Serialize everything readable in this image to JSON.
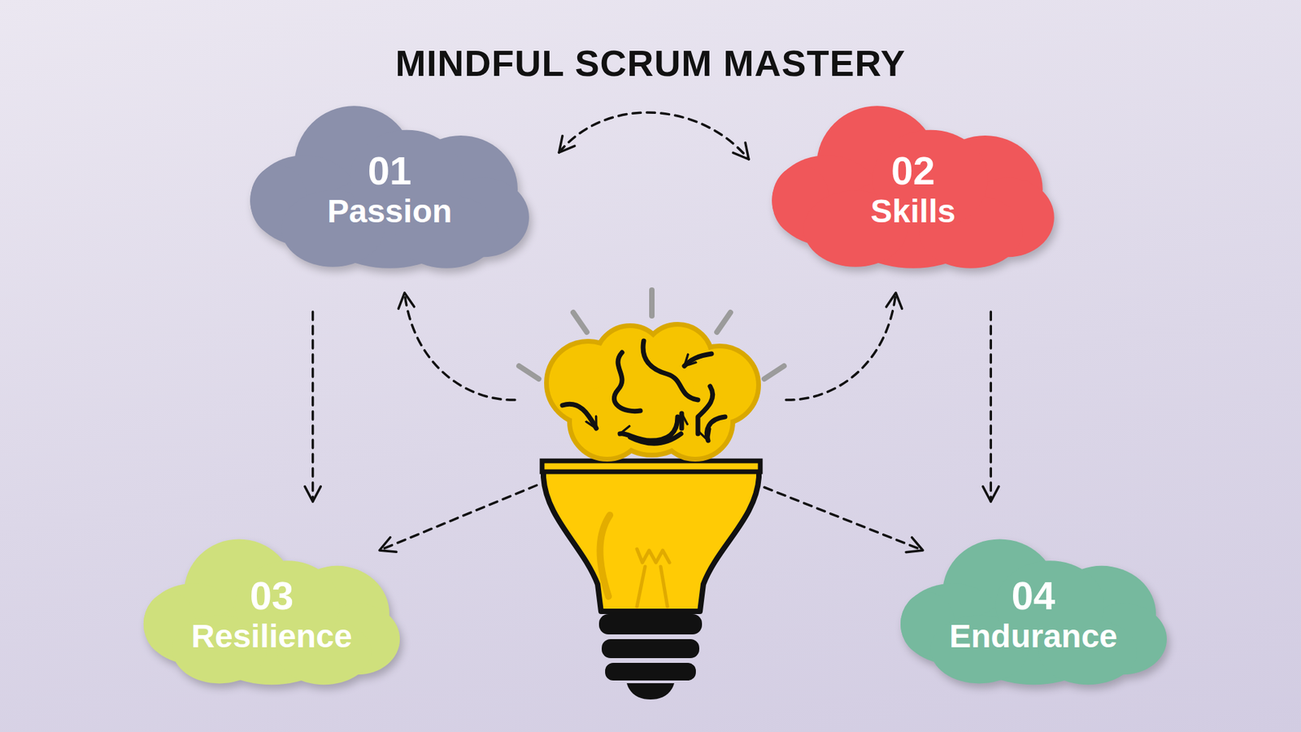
{
  "diagram": {
    "title": "MINDFUL SCRUM MASTERY",
    "nodes": [
      {
        "text": [
          "01",
          "Passion"
        ]
      },
      {
        "text": [
          "02",
          "Skills"
        ]
      },
      {
        "text": [
          "03",
          "Resilience"
        ]
      },
      {
        "text": [
          "04",
          "Endurance"
        ]
      }
    ],
    "edges": [
      {
        "from": 0,
        "to": 1,
        "arrow": "both"
      },
      {
        "from": 0,
        "to": 2,
        "arrow": "to"
      },
      {
        "from": 1,
        "to": 3,
        "arrow": "to"
      }
    ]
  }
}
